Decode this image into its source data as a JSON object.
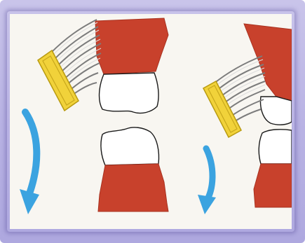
{
  "image": {
    "description_role": "tooth-brushing-illustration",
    "palette": {
      "frame": "#b9b3e4",
      "paper": "#f8f6f1",
      "gum": "#c8412c",
      "gum_dark": "#a83220",
      "tooth": "#ffffff",
      "outline": "#1a1a1a",
      "brush_handle": "#f1d23a",
      "brush_handle_edge": "#b89a10",
      "bristles": "#8a8a8a",
      "arrow": "#3ba3e0"
    },
    "panels": [
      {
        "name": "left-panel",
        "arrow_direction": "down"
      },
      {
        "name": "right-panel",
        "arrow_direction": "down"
      }
    ]
  }
}
